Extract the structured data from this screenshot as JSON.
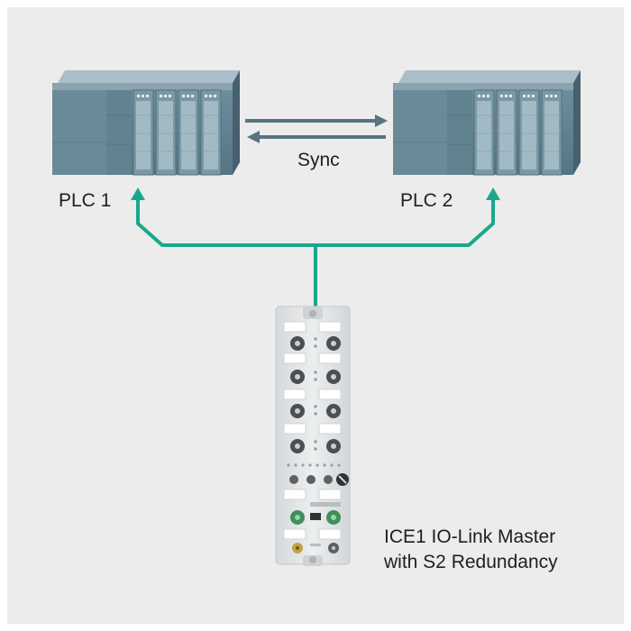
{
  "plc1": {
    "label": "PLC 1"
  },
  "plc2": {
    "label": "PLC 2"
  },
  "sync": {
    "label": "Sync"
  },
  "device": {
    "label_line1": "ICE1 IO-Link Master",
    "label_line2": "with S2 Redundancy"
  },
  "colors": {
    "background": "#ececec",
    "connection": "#1aa88c",
    "plc_body": "#5e7d8c",
    "plc_top": "#9fb6c1",
    "device_body": "#e4e6e7"
  },
  "icons": [
    "plc-icon",
    "io-link-master-icon",
    "m12-connector-icon",
    "rotary-switch-icon"
  ]
}
